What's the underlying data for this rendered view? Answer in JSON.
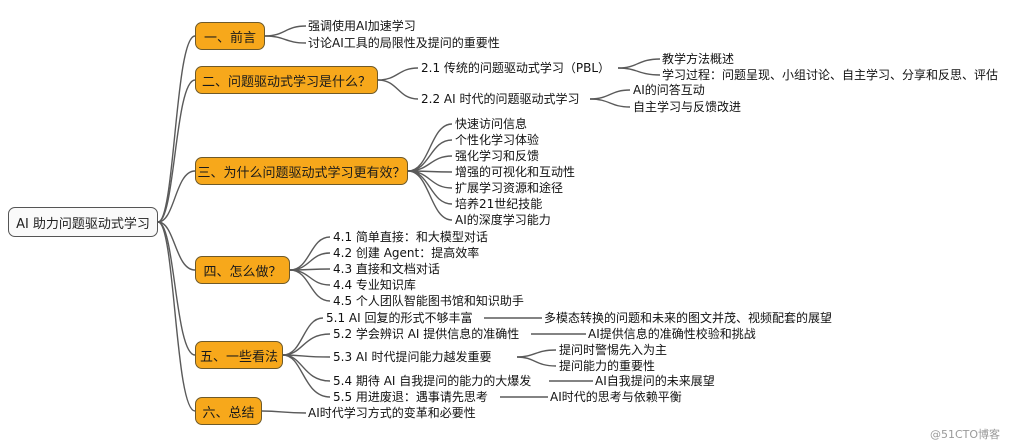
{
  "root": "AI 助力问题驱动式学习",
  "sections": [
    {
      "label": "一、前言",
      "items": [
        "强调使用AI加速学习",
        "讨论AI工具的局限性及提问的重要性"
      ]
    },
    {
      "label": "二、问题驱动式学习是什么？",
      "items": [
        {
          "label": "2.1 传统的问题驱动式学习（PBL）",
          "children": [
            "教学方法概述",
            "学习过程：问题呈现、小组讨论、自主学习、分享和反思、评估"
          ]
        },
        {
          "label": "2.2 AI 时代的问题驱动式学习",
          "children": [
            "AI的问答互动",
            "自主学习与反馈改进"
          ]
        }
      ]
    },
    {
      "label": "三、为什么问题驱动式学习更有效？",
      "items": [
        "快速访问信息",
        "个性化学习体验",
        "强化学习和反馈",
        "增强的可视化和互动性",
        "扩展学习资源和途径",
        "培养21世纪技能",
        "AI的深度学习能力"
      ]
    },
    {
      "label": "四、怎么做？",
      "items": [
        "4.1 简单直接：和大模型对话",
        "4.2 创建 Agent：提高效率",
        "4.3 直接和文档对话",
        "4.4 专业知识库",
        "4.5 个人团队智能图书馆和知识助手"
      ]
    },
    {
      "label": "五、一些看法",
      "items": [
        {
          "label": "5.1 AI 回复的形式不够丰富",
          "children": [
            "多模态转换的问题和未来的图文并茂、视频配套的展望"
          ]
        },
        {
          "label": "5.2 学会辨识 AI 提供信息的准确性",
          "children": [
            "AI提供信息的准确性校验和挑战"
          ]
        },
        {
          "label": "5.3 AI 时代提问能力越发重要",
          "children": [
            "提问时警惕先入为主",
            "提问能力的重要性"
          ]
        },
        {
          "label": "5.4 期待 AI 自我提问的能力的大爆发",
          "children": [
            "AI自我提问的未来展望"
          ]
        },
        {
          "label": "5.5 用进废退：遇事请先思考",
          "children": [
            "AI时代的思考与依赖平衡"
          ]
        }
      ]
    },
    {
      "label": "六、总结",
      "items": [
        "AI时代学习方式的变革和必要性"
      ]
    }
  ],
  "watermark": "@51CTO博客"
}
